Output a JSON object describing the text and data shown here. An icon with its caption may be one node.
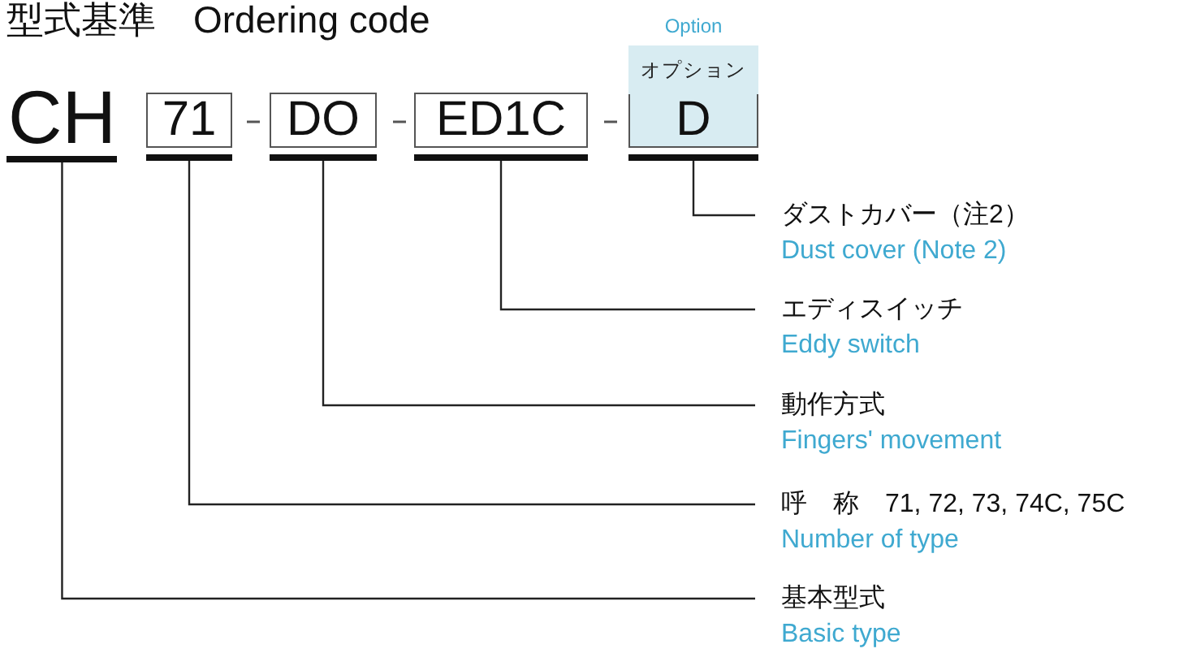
{
  "diagram": {
    "title": "型式基準　Ordering code",
    "nodes": [
      {
        "text": [
          "CH"
        ]
      },
      {
        "text": [
          "71"
        ]
      },
      {
        "text": [
          "DO"
        ]
      },
      {
        "text": [
          "ED1C"
        ]
      },
      {
        "text": [
          "Option",
          "オプション",
          "D"
        ]
      },
      {
        "text": [
          "ダストカバー（注2）",
          "Dust cover (Note 2)"
        ]
      },
      {
        "text": [
          "エディスイッチ",
          "Eddy switch"
        ]
      },
      {
        "text": [
          "動作方式",
          "Fingers' movement"
        ]
      },
      {
        "text": [
          "呼　称　71, 72, 73, 74C, 75C",
          "Number of type"
        ]
      },
      {
        "text": [
          "基本型式",
          "Basic type"
        ]
      }
    ],
    "edges": [
      {
        "from": 4,
        "to": 5,
        "arrow": "none"
      },
      {
        "from": 3,
        "to": 6,
        "arrow": "none"
      },
      {
        "from": 2,
        "to": 7,
        "arrow": "none"
      },
      {
        "from": 1,
        "to": 8,
        "arrow": "none"
      },
      {
        "from": 0,
        "to": 9,
        "arrow": "none"
      }
    ]
  }
}
